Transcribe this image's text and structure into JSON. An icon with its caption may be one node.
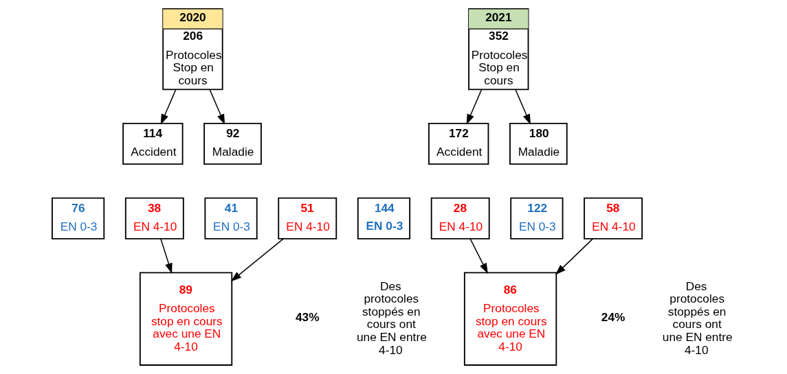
{
  "diagram": {
    "nodes": [
      {
        "text": [
          "2020",
          "206",
          "Protocoles Stop en cours"
        ]
      },
      {
        "text": [
          "114",
          "Accident"
        ]
      },
      {
        "text": [
          "92",
          "Maladie"
        ]
      },
      {
        "text": [
          "76",
          "EN 0-3"
        ]
      },
      {
        "text": [
          "38",
          "EN 4-10"
        ]
      },
      {
        "text": [
          "41",
          "EN 0-3"
        ]
      },
      {
        "text": [
          "51",
          "EN 4-10"
        ]
      },
      {
        "text": [
          "89",
          "Protocoles stop en cours avec une EN 4-10"
        ]
      },
      {
        "text": [
          "2021",
          "352",
          "Protocoles Stop en cours"
        ]
      },
      {
        "text": [
          "172",
          "Accident"
        ]
      },
      {
        "text": [
          "180",
          "Maladie"
        ]
      },
      {
        "text": [
          "144",
          "EN 0-3"
        ]
      },
      {
        "text": [
          "28",
          "EN 4-10"
        ]
      },
      {
        "text": [
          "122",
          "EN 0-3"
        ]
      },
      {
        "text": [
          "58",
          "EN 4-10"
        ]
      },
      {
        "text": [
          "86",
          "Protocoles stop en cours avec une EN 4-10"
        ]
      }
    ],
    "edges": [
      {
        "from": 0,
        "to": 1,
        "arrow": "to"
      },
      {
        "from": 0,
        "to": 2,
        "arrow": "to"
      },
      {
        "from": 4,
        "to": 7,
        "arrow": "to"
      },
      {
        "from": 6,
        "to": 7,
        "arrow": "to"
      },
      {
        "from": 8,
        "to": 9,
        "arrow": "to"
      },
      {
        "from": 8,
        "to": 10,
        "arrow": "to"
      },
      {
        "from": 12,
        "to": 15,
        "arrow": "to"
      },
      {
        "from": 14,
        "to": 15,
        "arrow": "to"
      }
    ],
    "labels": [
      "43%",
      "Des protocoles stoppés en cours ont une EN entre 4-10",
      "24%",
      "Des protocoles stoppés en cours ont une EN entre 4-10"
    ]
  }
}
